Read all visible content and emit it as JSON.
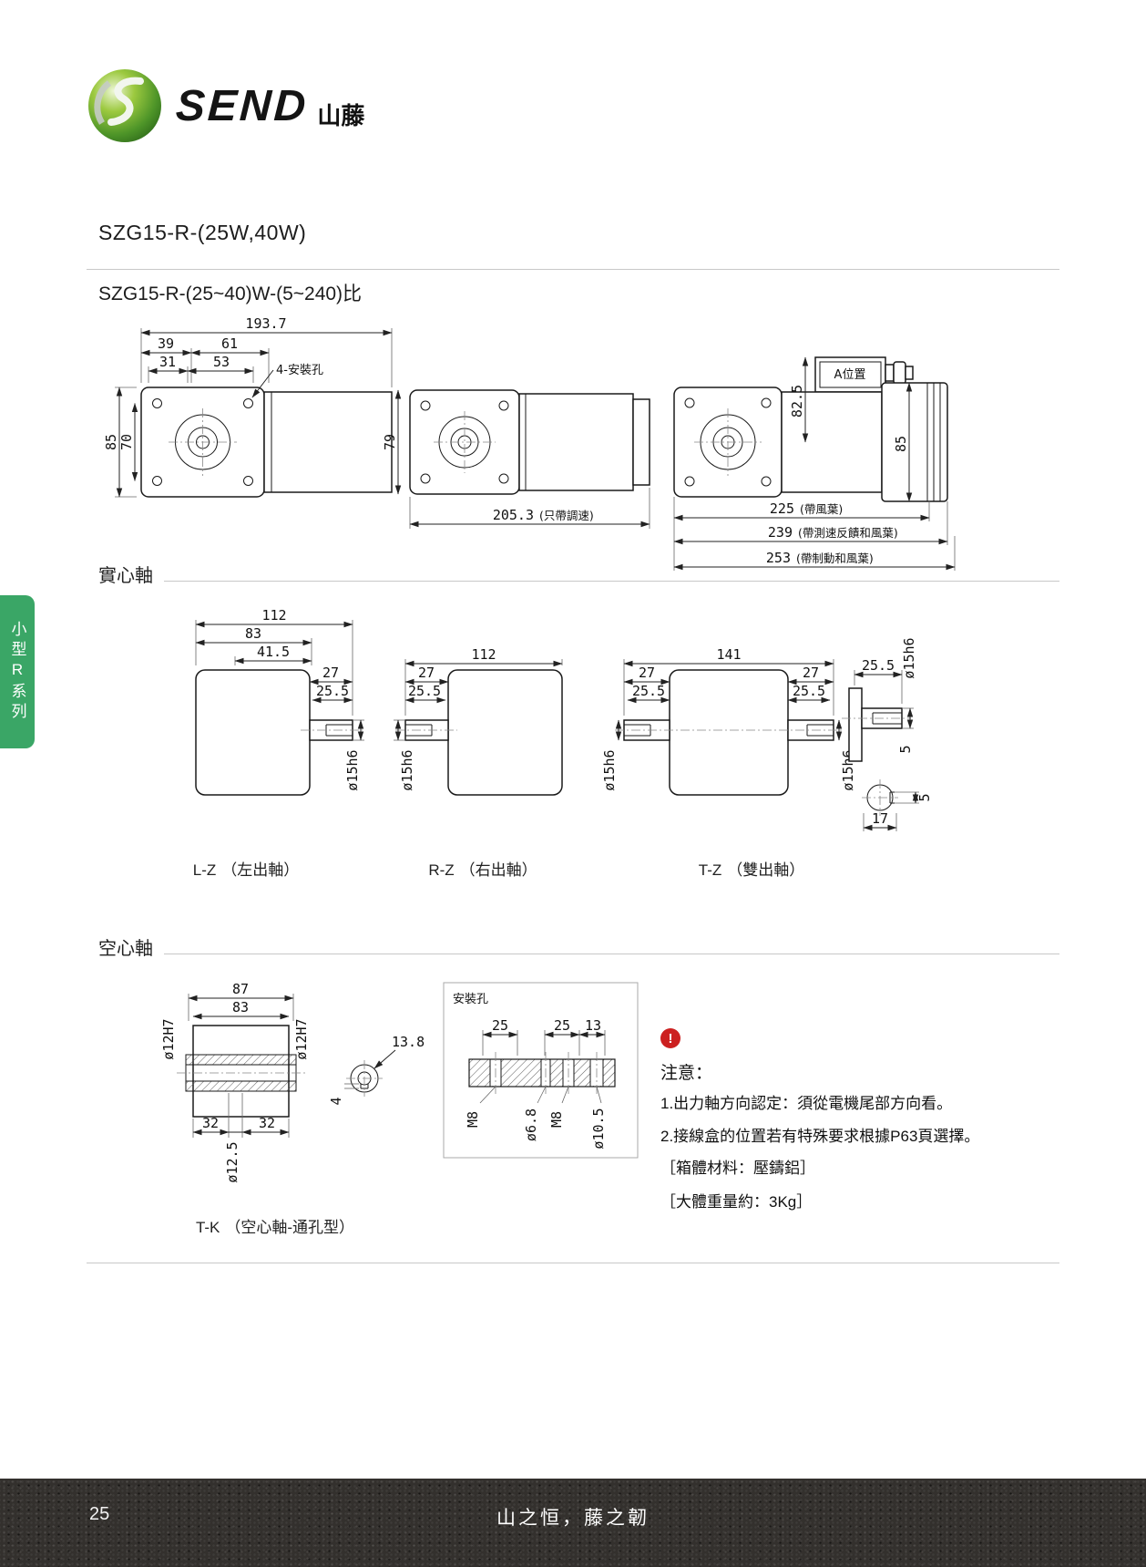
{
  "colors": {
    "logo_green": "#5da531",
    "series_tab_green": "#3aa666",
    "alert_red": "#cc2020",
    "footer_bg": "#33302d"
  },
  "header": {
    "brand": "SEND",
    "brand_cjk": "山藤",
    "title": "SZG15-R-(25W,40W)",
    "subtitle": "SZG15-R-(25~40)W-(5~240)比"
  },
  "sidebar": {
    "tab": "小型R系列"
  },
  "sections": {
    "solid": "實心軸",
    "hollow": "空心軸"
  },
  "overview": {
    "total_len": "193.7",
    "d39": "39",
    "d61": "61",
    "d31": "31",
    "d53": "53",
    "hole_callout": "4-安裝孔",
    "h85": "85",
    "h70": "70",
    "h79": "79",
    "len2": "205.3",
    "len2_note": "(只帶調速)",
    "a_pos": "A位置",
    "v825": "82.5",
    "v85": "85",
    "len3a": "225",
    "len3a_note": "(帶風葉)",
    "len3b": "239",
    "len3b_note": "(帶測速反饋和風葉)",
    "len3c": "253",
    "len3c_note": "(帶制動和風葉)"
  },
  "solid": {
    "labels": {
      "lz": "L-Z",
      "lz_note": "（左出軸）",
      "rz": "R-Z",
      "rz_note": "（右出軸）",
      "tz": "T-Z",
      "tz_note": "（雙出軸）"
    },
    "lz": {
      "d112": "112",
      "d83": "83",
      "d415": "41.5",
      "d27": "27",
      "d255": "25.5",
      "dia": "ø15h6"
    },
    "rz": {
      "d112": "112",
      "d27": "27",
      "d255": "25.5",
      "dia": "ø15h6"
    },
    "tz": {
      "d141": "141",
      "d27l": "27",
      "d255l": "25.5",
      "d27r": "27",
      "d255r": "25.5",
      "dial": "ø15h6",
      "diar": "ø15h6"
    },
    "detail": {
      "d255": "25.5",
      "dia": "ø15h6",
      "d5a": "5",
      "d17": "17",
      "d5b": "5"
    }
  },
  "hollow": {
    "label": "T-K",
    "label_note": "（空心軸-通孔型）",
    "tk": {
      "d87": "87",
      "d83": "83",
      "diaL": "ø12H7",
      "diaR": "ø12H7",
      "d32a": "32",
      "d32b": "32",
      "dia125": "ø12.5",
      "d138": "13.8",
      "d4": "4"
    },
    "mount": {
      "title": "安裝孔",
      "d25a": "25",
      "d25b": "25",
      "d13": "13",
      "m8a": "M8",
      "dia68": "ø6.8",
      "m8b": "M8",
      "dia105": "ø10.5"
    }
  },
  "notice": {
    "mark": "!",
    "title": "注意：",
    "line1": "1.出力軸方向認定：須從電機尾部方向看。",
    "line2": "2.接線盒的位置若有特殊要求根據P63頁選擇。",
    "line3": "［箱體材料：壓鑄鋁］",
    "line4": "［大體重量約：3Kg］"
  },
  "footer": {
    "page": "25",
    "slogan": "山之恒，藤之韌"
  }
}
